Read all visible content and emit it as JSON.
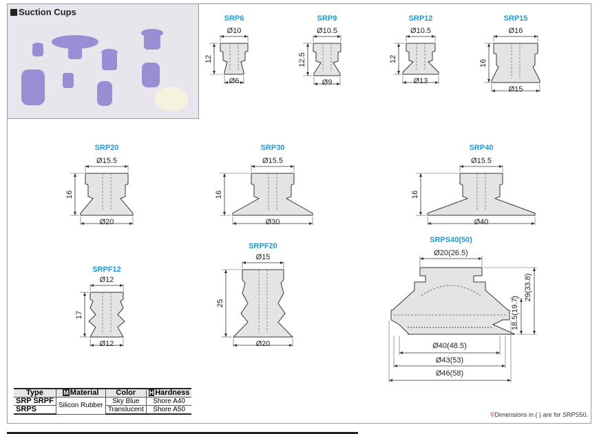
{
  "photo": {
    "title": "Suction Cups"
  },
  "colors": {
    "title_blue": "#1a9ad6",
    "body_fill": "#e4e4e4",
    "cup_purple": "#8c7fd0"
  },
  "cups": [
    {
      "id": "SRP6",
      "type": "srp",
      "top": "Ø10",
      "side": "12",
      "bottom": "Ø6"
    },
    {
      "id": "SRP9",
      "type": "srp",
      "top": "Ø10.5",
      "side": "12.5",
      "bottom": "Ø9"
    },
    {
      "id": "SRP12",
      "type": "srp",
      "top": "Ø10.5",
      "side": "12",
      "bottom": "Ø13"
    },
    {
      "id": "SRP15",
      "type": "srp",
      "top": "Ø16",
      "side": "16",
      "bottom": "Ø15"
    },
    {
      "id": "SRP20",
      "type": "srp",
      "top": "Ø15.5",
      "side": "16",
      "bottom": "Ø20"
    },
    {
      "id": "SRP30",
      "type": "srp",
      "top": "Ø15.5",
      "side": "16",
      "bottom": "Ø30"
    },
    {
      "id": "SRP40",
      "type": "srp",
      "top": "Ø15.5",
      "side": "16",
      "bottom": "Ø40"
    },
    {
      "id": "SRPF12",
      "type": "srpf",
      "top": "Ø12",
      "side": "17",
      "bottom": "Ø12"
    },
    {
      "id": "SRPF20",
      "type": "srpf",
      "top": "Ø15",
      "side": "25",
      "bottom": "Ø20"
    },
    {
      "id": "SRPS40(50)",
      "type": "srps",
      "top": "Ø20(26.5)",
      "side": "18.5(19.7)",
      "side2": "29(33.8)",
      "bottoms": [
        "Ø40(48.5)",
        "Ø43(53)",
        "Ø46(58)"
      ]
    }
  ],
  "table": {
    "headers": [
      {
        "mark": "M",
        "label": "Material"
      },
      {
        "label": "Type"
      },
      {
        "label": "Color"
      },
      {
        "mark": "H",
        "label": "Hardness"
      }
    ],
    "rows": [
      {
        "type": "SRP SRPF",
        "material": "Silicon Rubber",
        "color": "Sky Blue",
        "hardness": "Shore A40"
      },
      {
        "type": "SRPS",
        "color": "Translucent",
        "hardness": "Shore A50"
      }
    ]
  },
  "note": {
    "icon": "pin-icon",
    "text": "Dimensions in ( ) are for SRPS50."
  }
}
